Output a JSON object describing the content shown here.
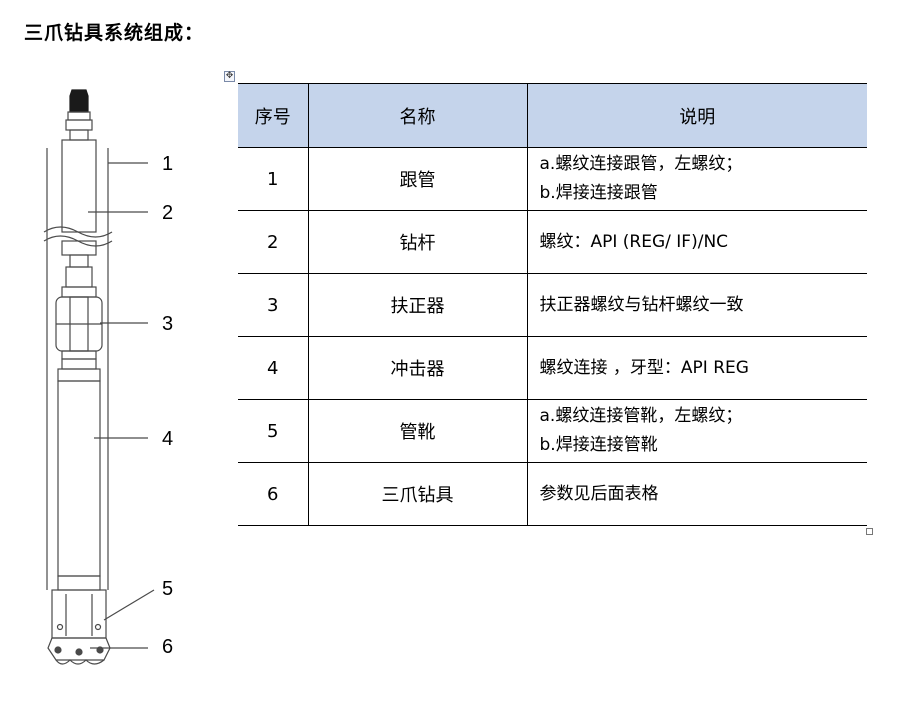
{
  "title": "三爪钻具系统组成：",
  "table": {
    "headers": [
      "序号",
      "名称",
      "说明"
    ],
    "rows": [
      {
        "no": "1",
        "name": "跟管",
        "desc": [
          "a.螺纹连接跟管，左螺纹；",
          "b.焊接连接跟管"
        ]
      },
      {
        "no": "2",
        "name": "钻杆",
        "desc": [
          "螺纹：API (REG/ IF)/NC"
        ]
      },
      {
        "no": "3",
        "name": "扶正器",
        "desc": [
          "扶正器螺纹与钻杆螺纹一致"
        ]
      },
      {
        "no": "4",
        "name": "冲击器",
        "desc": [
          "螺纹连接 ，牙型：API REG"
        ]
      },
      {
        "no": "5",
        "name": "管靴",
        "desc": [
          "a.螺纹连接管靴，左螺纹；",
          "b.焊接连接管靴"
        ]
      },
      {
        "no": "6",
        "name": "三爪钻具",
        "desc": [
          "参数见后面表格"
        ]
      }
    ]
  },
  "diagram": {
    "callouts": [
      "1",
      "2",
      "3",
      "4",
      "5",
      "6"
    ]
  },
  "colors": {
    "header_bg": "#c5d4eb",
    "diagram_line": "#4a4a4a"
  }
}
